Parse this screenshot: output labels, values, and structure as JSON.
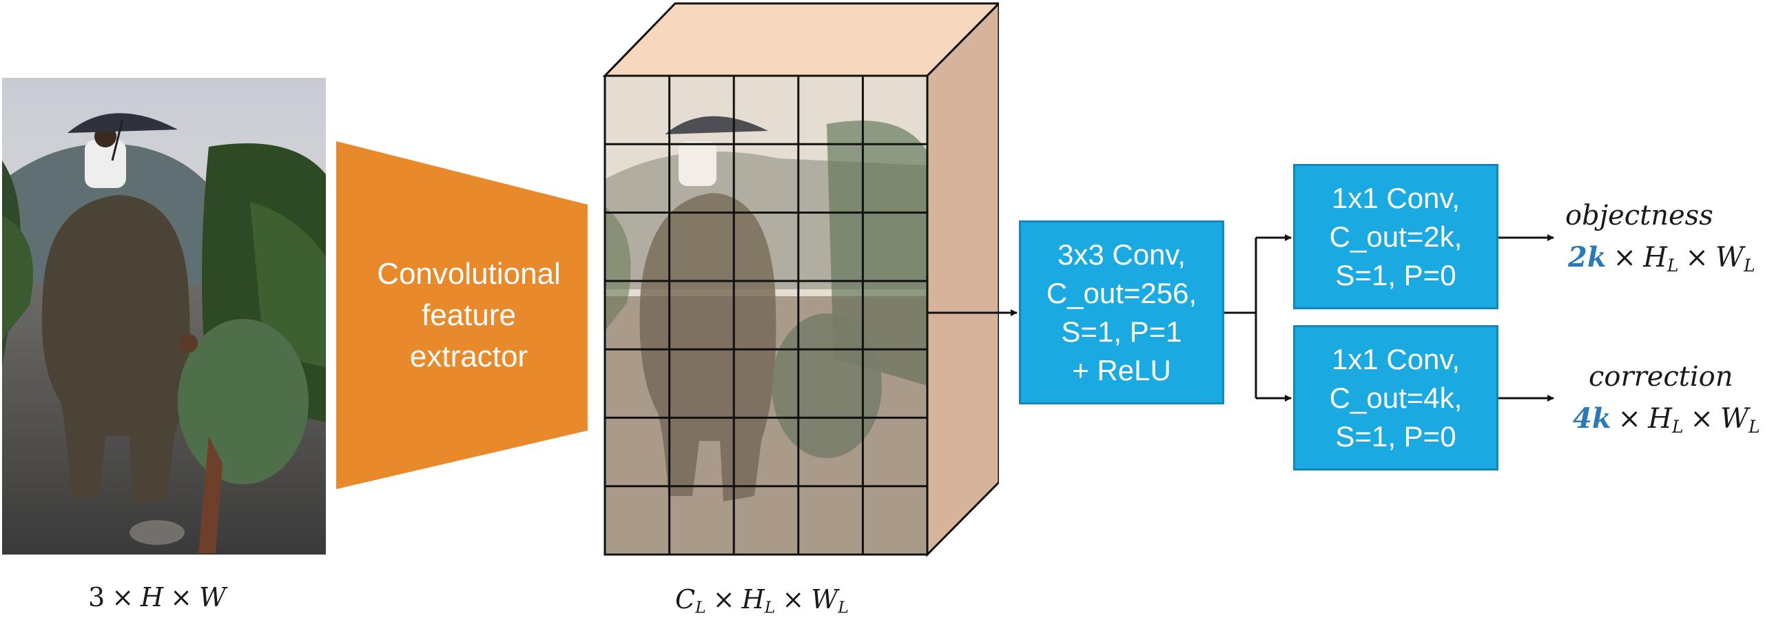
{
  "input": {
    "caption": {
      "a": "3",
      "b": "H",
      "c": "W"
    }
  },
  "extractor": {
    "label": "Convolutional\nfeature\nextractor",
    "color": "#e8892b"
  },
  "feature_map": {
    "caption": {
      "c": "C",
      "c_sub": "L",
      "h": "H",
      "h_sub": "L",
      "w": "W",
      "w_sub": "L"
    },
    "front_color": "#c9b7a1",
    "top_color": "#f7d7bd",
    "side_color": "#d6b49b",
    "grid_cols": 5,
    "grid_rows": 7
  },
  "conv_blocks": {
    "conv3": "3x3 Conv,\nC_out=256,\nS=1, P=1\n+ ReLU",
    "objectness_conv": "1x1 Conv,\nC_out=2k,\nS=1, P=0",
    "correction_conv": "1x1 Conv,\nC_out=4k,\nS=1, P=0",
    "fill": "#1aa9e0"
  },
  "outputs": {
    "objectness": {
      "name": "objectness",
      "mult": "2k",
      "h": "H",
      "h_sub": "L",
      "w": "W",
      "w_sub": "L"
    },
    "correction": {
      "name": "correction",
      "mult": "4k",
      "h": "H",
      "h_sub": "L",
      "w": "W",
      "w_sub": "L"
    },
    "accent_color": "#2a7ab8"
  }
}
